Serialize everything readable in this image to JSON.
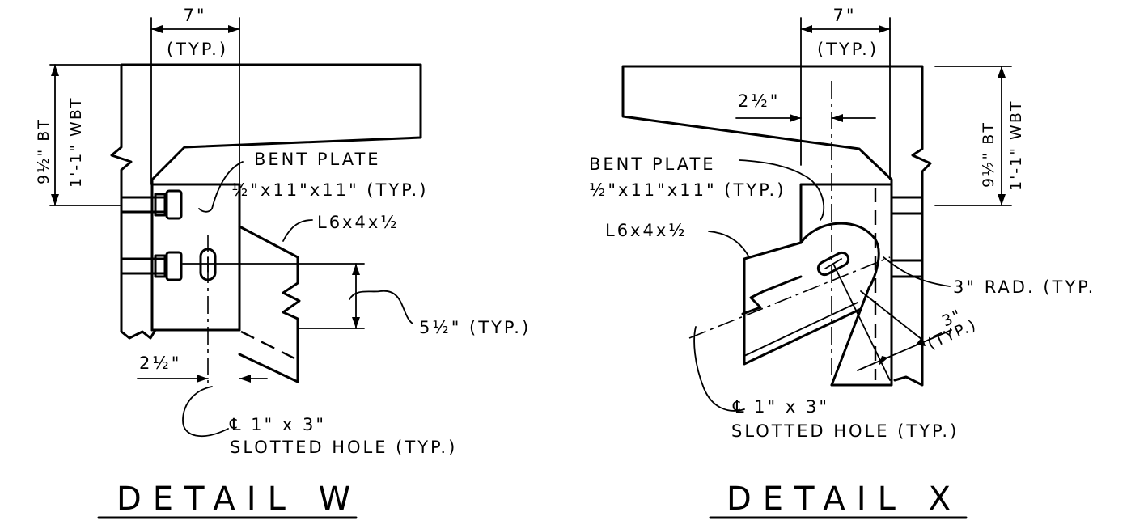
{
  "detail_w": {
    "title": "DETAIL W",
    "dim_top_value": "7\"",
    "dim_top_note": "(TYP.)",
    "vertical_dim_1": "9½\" BT",
    "vertical_dim_2": "1'-1\" WBT",
    "plate_label_1": "BENT PLATE",
    "plate_label_2": "½\"x11\"x11\" (TYP.)",
    "angle_label": "L6x4x½",
    "spacing_label": "5½\" (TYP.)",
    "offset_label": "2½\"",
    "hole_label_1": "℄ 1\" x 3\"",
    "hole_label_2": "SLOTTED HOLE (TYP.)"
  },
  "detail_x": {
    "title": "DETAIL X",
    "dim_top_value": "7\"",
    "dim_top_note": "(TYP.)",
    "offset_label": "2½\"",
    "vertical_dim_1": "9½\" BT",
    "vertical_dim_2": "1'-1\" WBT",
    "plate_label_1": "BENT PLATE",
    "plate_label_2": "½\"x11\"x11\" (TYP.)",
    "angle_label": "L6x4x½",
    "radius_label": "3\" RAD. (TYP.",
    "edge_dim_value": "3\"",
    "edge_dim_note": "(TYP.)",
    "hole_label_1": "℄ 1\" x 3\"",
    "hole_label_2": "SLOTTED HOLE (TYP.)"
  }
}
